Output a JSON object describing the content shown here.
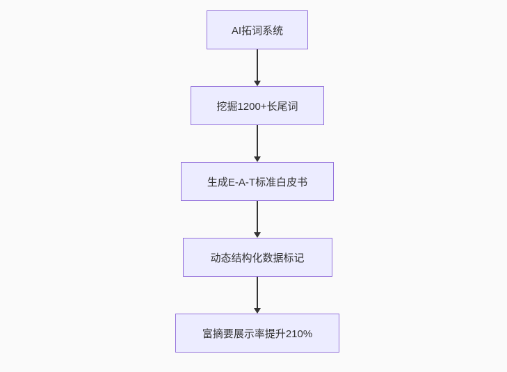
{
  "page": {
    "background_color": "#fafafa"
  },
  "flowchart": {
    "type": "flowchart",
    "direction": "top-down",
    "node_fill": "#ececff",
    "node_border": "#9370db",
    "text_color": "#333333",
    "arrow_color": "#333333",
    "nodes": [
      {
        "id": "A",
        "label": "AI拓词系统"
      },
      {
        "id": "B",
        "label": "挖掘1200+长尾词"
      },
      {
        "id": "C",
        "label": "生成E-A-T标准白皮书"
      },
      {
        "id": "D",
        "label": "动态结构化数据标记"
      },
      {
        "id": "E",
        "label": "富摘要展示率提升210%"
      }
    ],
    "edges": [
      {
        "from": "A",
        "to": "B",
        "label": ""
      },
      {
        "from": "B",
        "to": "C",
        "label": ""
      },
      {
        "from": "C",
        "to": "D",
        "label": ""
      },
      {
        "from": "D",
        "to": "E",
        "label": ""
      }
    ]
  }
}
